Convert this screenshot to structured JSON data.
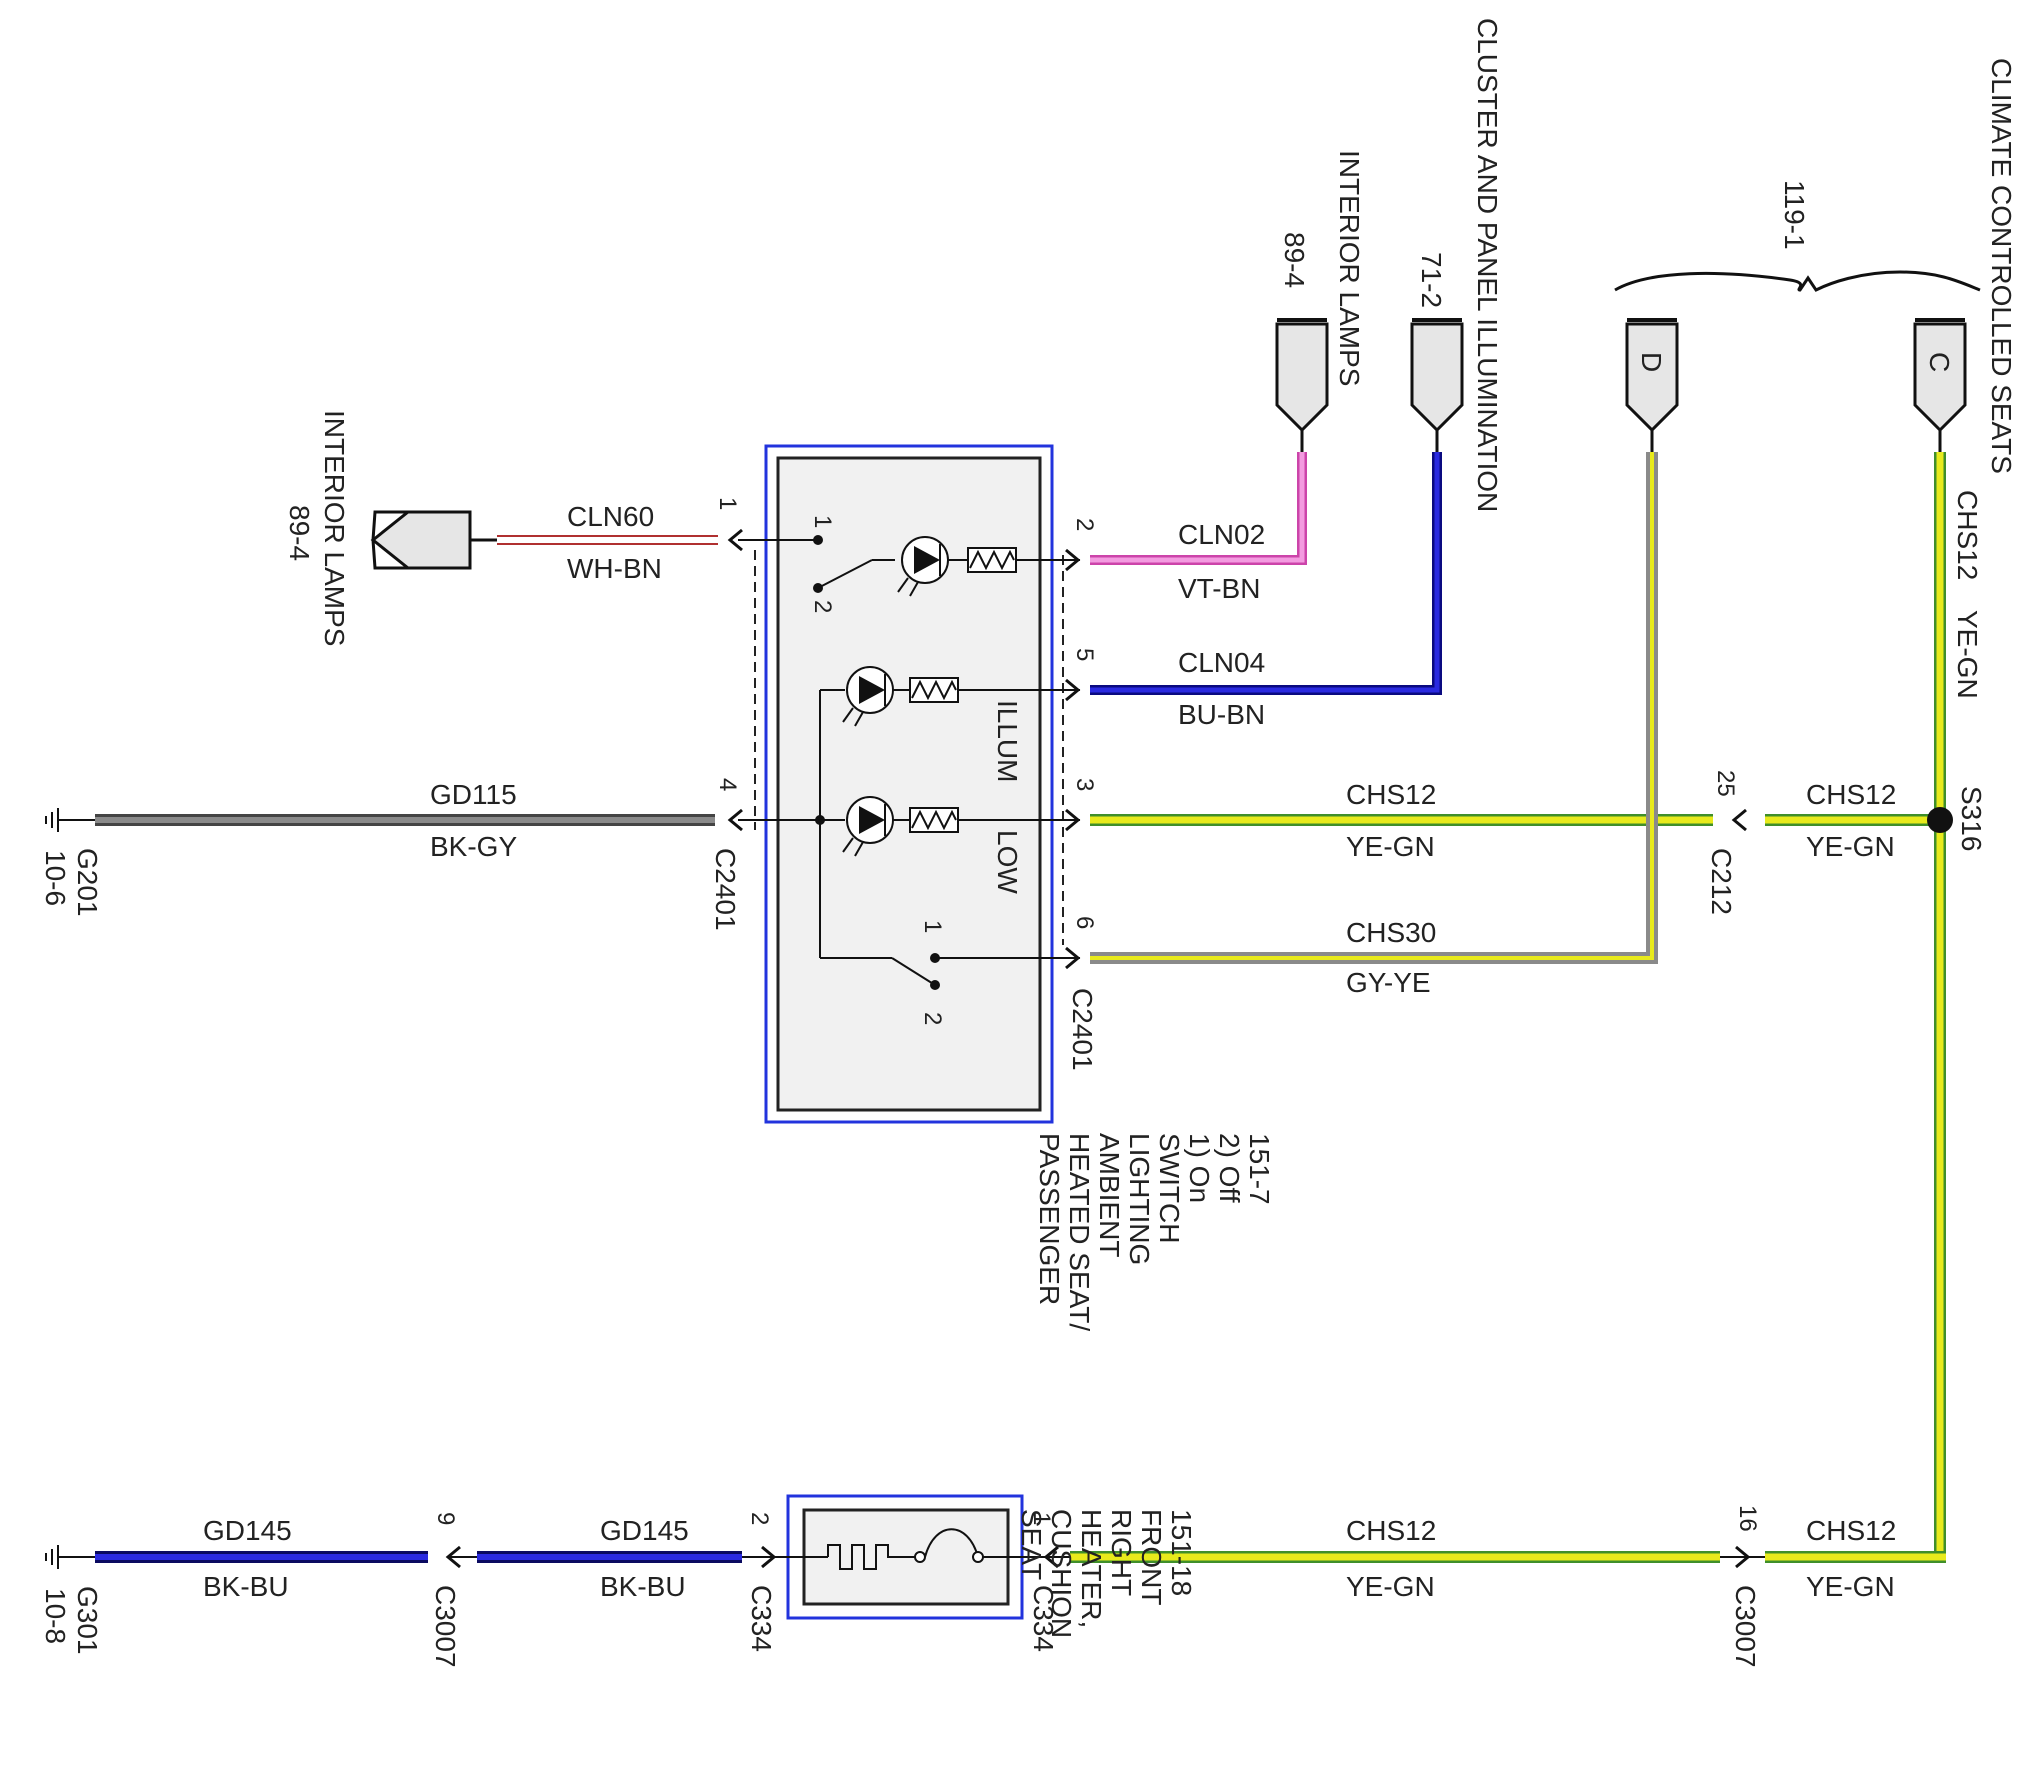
{
  "wires": {
    "cln60": {
      "circuit": "CLN60",
      "color_code": "WH-BN"
    },
    "cln02": {
      "circuit": "CLN02",
      "color_code": "VT-BN"
    },
    "cln04": {
      "circuit": "CLN04",
      "color_code": "BU-BN"
    },
    "gd115": {
      "circuit": "GD115",
      "color_code": "BK-GY"
    },
    "chs12_c2401": {
      "circuit": "CHS12",
      "color_code": "YE-GN"
    },
    "chs12_c212": {
      "circuit": "CHS12",
      "color_code": "YE-GN"
    },
    "chs30": {
      "circuit": "CHS30",
      "color_code": "GY-YE"
    },
    "chs12_vertical": {
      "circuit": "CHS12",
      "color_code": "YE-GN"
    },
    "gd145_a": {
      "circuit": "GD145",
      "color_code": "BK-BU"
    },
    "gd145_b": {
      "circuit": "GD145",
      "color_code": "BK-BU"
    },
    "chs12_bottom": {
      "circuit": "CHS12",
      "color_code": "YE-GN"
    },
    "chs12_bottom_right": {
      "circuit": "CHS12",
      "color_code": "YE-GN"
    }
  },
  "connectors": {
    "c2401_left": "C2401",
    "c2401_right": "C2401",
    "c212": "C212",
    "c334_left": "C334",
    "c334_right": "C334",
    "c3007_left": "C3007",
    "c3007_right": "C3007"
  },
  "pins": {
    "c2401_1": "1",
    "c2401_4": "4",
    "c2401_2": "2",
    "c2401_5": "5",
    "c2401_3": "3",
    "c2401_6": "6",
    "c212_25": "25",
    "c3007_9": "9",
    "c3007_16": "16",
    "c334_2": "2",
    "c334_1": "1",
    "switch_a_1": "1",
    "switch_a_2": "2",
    "switch_b_1": "1",
    "switch_b_2": "2"
  },
  "splice": "S316",
  "grounds": {
    "g201": {
      "name": "G201",
      "ref": "10-6"
    },
    "g301": {
      "name": "G301",
      "ref": "10-8"
    }
  },
  "references": {
    "interior_lamps_left": {
      "title": "INTERIOR LAMPS",
      "page": "89-4"
    },
    "interior_lamps_top": {
      "title": "INTERIOR LAMPS",
      "page": "89-4"
    },
    "cluster_illum": {
      "title": "CLUSTER AND PANEL ILLUMINATION",
      "page": "71-2"
    },
    "climate_seats": {
      "title": "CLIMATE CONTROLLED SEATS",
      "page": "119-1"
    }
  },
  "connector_letters": {
    "d": "D",
    "c": "C"
  },
  "module_labels": {
    "illum": "ILLUM",
    "low": "LOW"
  },
  "components": {
    "switch": {
      "lines": [
        "PASSENGER",
        "HEATED SEAT/",
        "AMBIENT",
        "LIGHTING",
        "SWITCH",
        "1) On",
        "2) Off",
        "151-7"
      ]
    },
    "heater": {
      "lines": [
        "SEAT",
        "CUSHION",
        "HEATER,",
        "RIGHT",
        "FRONT",
        "151-18"
      ]
    }
  },
  "colors": {
    "module_border": "#2233dd",
    "module_fill": "#f1f1f1",
    "yellow": "#e8ea1c",
    "green": "#3f8f2a",
    "gray": "#8a8a8a",
    "blue": "#1a1ad0",
    "pink": "#f07ad8",
    "brown": "#8a3a1a",
    "black": "#111111"
  }
}
